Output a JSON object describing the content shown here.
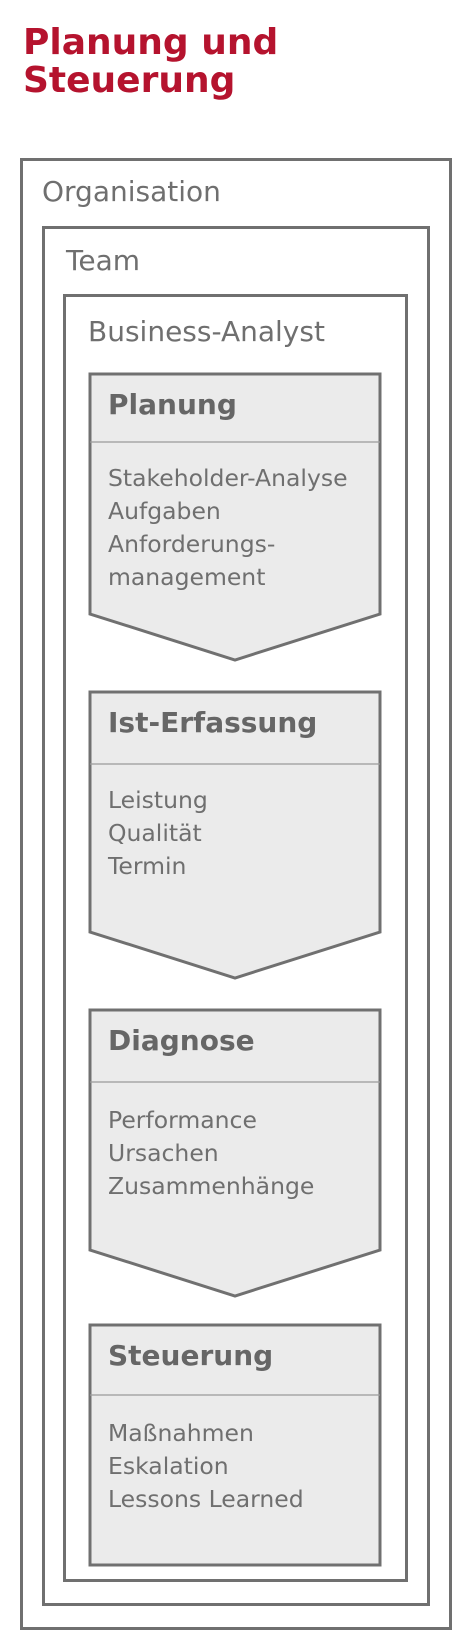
{
  "title": {
    "line1": "Planung und",
    "line2": "Steuerung"
  },
  "frames": {
    "organisation": "Organisation",
    "team": "Team",
    "analyst": "Business-Analyst"
  },
  "stages": [
    {
      "title": "Planung",
      "items": [
        "Stakeholder-Analyse",
        "Aufgaben",
        "Anforderungs-",
        "management"
      ]
    },
    {
      "title": "Ist-Erfassung",
      "items": [
        "Leistung",
        "Qualität",
        "Termin"
      ]
    },
    {
      "title": "Diagnose",
      "items": [
        "Performance",
        "Ursachen",
        "Zusammenhänge"
      ]
    },
    {
      "title": "Steuerung",
      "items": [
        "Maßnahmen",
        "Eskalation",
        "Lessons Learned"
      ]
    }
  ],
  "colors": {
    "title": "#b5132e",
    "border": "#707070",
    "fill": "#ebebeb",
    "text": "#6f6f6f"
  }
}
